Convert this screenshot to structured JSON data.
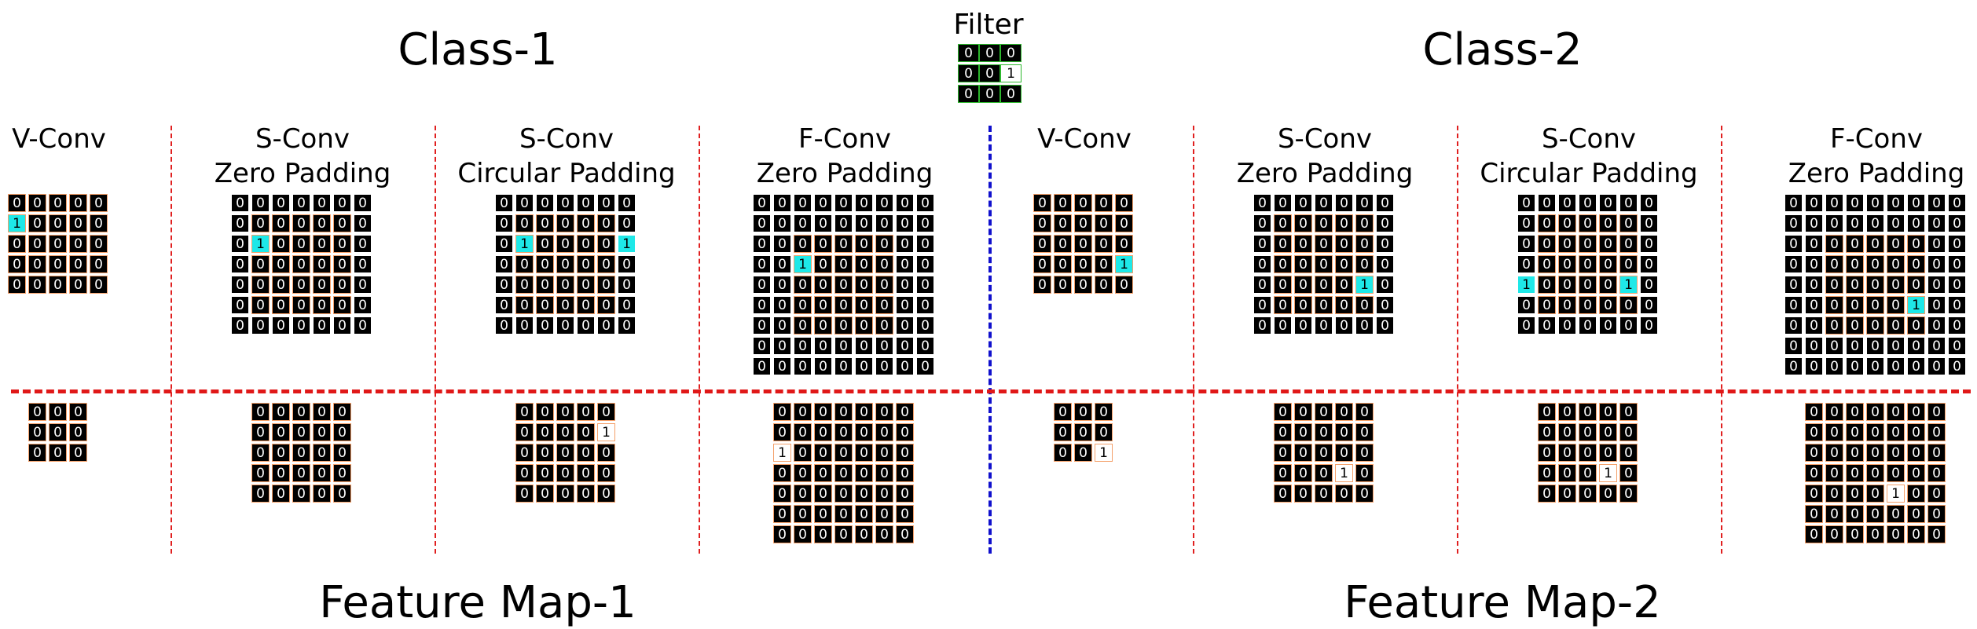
{
  "titles": {
    "class1": "Class-1",
    "class2": "Class-2",
    "filter": "Filter",
    "fm1": "Feature Map-1",
    "fm2": "Feature Map-2"
  },
  "columns": [
    {
      "line1": "V-Conv",
      "line2": ""
    },
    {
      "line1": "S-Conv",
      "line2": "Zero Padding"
    },
    {
      "line1": "S-Conv",
      "line2": "Circular Padding"
    },
    {
      "line1": "F-Conv",
      "line2": "Zero Padding"
    },
    {
      "line1": "V-Conv",
      "line2": ""
    },
    {
      "line1": "S-Conv",
      "line2": "Zero Padding"
    },
    {
      "line1": "S-Conv",
      "line2": "Circular Padding"
    },
    {
      "line1": "F-Conv",
      "line2": "Zero Padding"
    }
  ],
  "filter": {
    "size": 3,
    "ones": [
      [
        1,
        2
      ]
    ]
  },
  "inputs": [
    {
      "size": 5,
      "pad": 0,
      "ones": [
        [
          1,
          0
        ]
      ]
    },
    {
      "size": 7,
      "pad": 1,
      "ones": [
        [
          2,
          1
        ]
      ]
    },
    {
      "size": 7,
      "pad": 1,
      "ones": [
        [
          2,
          1
        ],
        [
          2,
          6
        ]
      ]
    },
    {
      "size": 9,
      "pad": 2,
      "ones": [
        [
          3,
          2
        ]
      ]
    },
    {
      "size": 5,
      "pad": 0,
      "ones": [
        [
          3,
          4
        ]
      ]
    },
    {
      "size": 7,
      "pad": 1,
      "ones": [
        [
          4,
          5
        ]
      ]
    },
    {
      "size": 7,
      "pad": 1,
      "ones": [
        [
          4,
          0
        ],
        [
          4,
          5
        ]
      ]
    },
    {
      "size": 9,
      "pad": 2,
      "ones": [
        [
          5,
          6
        ]
      ]
    }
  ],
  "outputs": [
    {
      "size": 3,
      "ones": []
    },
    {
      "size": 5,
      "ones": []
    },
    {
      "size": 5,
      "ones": [
        [
          1,
          4
        ]
      ]
    },
    {
      "size": 7,
      "ones": [
        [
          2,
          0
        ]
      ]
    },
    {
      "size": 3,
      "ones": [
        [
          2,
          2
        ]
      ]
    },
    {
      "size": 5,
      "ones": [
        [
          3,
          3
        ]
      ]
    },
    {
      "size": 5,
      "ones": [
        [
          3,
          3
        ]
      ]
    },
    {
      "size": 7,
      "ones": [
        [
          4,
          4
        ]
      ]
    }
  ]
}
